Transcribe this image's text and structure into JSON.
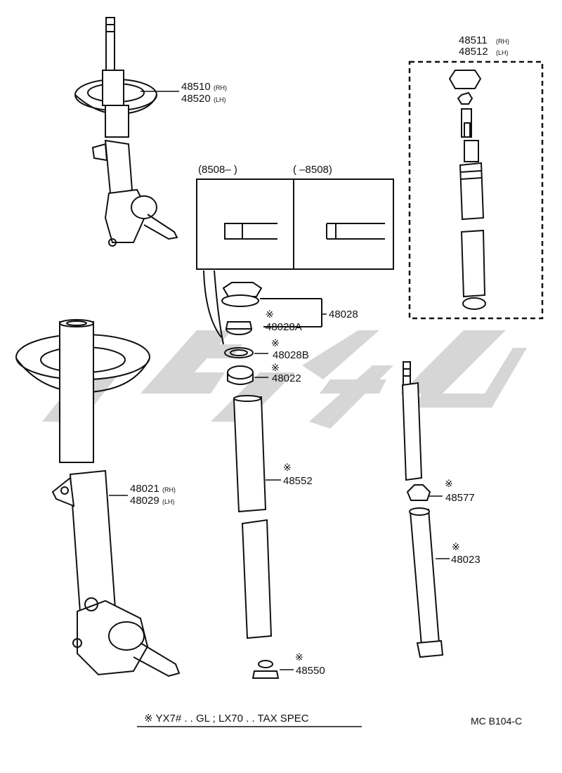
{
  "diagram_code": "MC B104-C",
  "footnote": "※ YX7# . . GL ; LX70 . . TAX SPEC",
  "date_ranges": {
    "left": "(8508–        )",
    "right": "(        –8508)"
  },
  "parts": {
    "p48510": "48510",
    "p48510_side": "(RH)",
    "p48520": "48520",
    "p48520_side": "(LH)",
    "p48511": "48511",
    "p48511_side": "(RH)",
    "p48512": "48512",
    "p48512_side": "(LH)",
    "p48021": "48021",
    "p48021_side": "(RH)",
    "p48029": "48029",
    "p48029_side": "(LH)",
    "p48028": "48028",
    "p48028A": "48028A",
    "p48028B": "48028B",
    "p48022": "48022",
    "p48552": "48552",
    "p48550": "48550",
    "p48577": "48577",
    "p48023": "48023"
  },
  "mark": "※",
  "colors": {
    "ink": "#111111",
    "watermark": "#cfcfcf"
  }
}
